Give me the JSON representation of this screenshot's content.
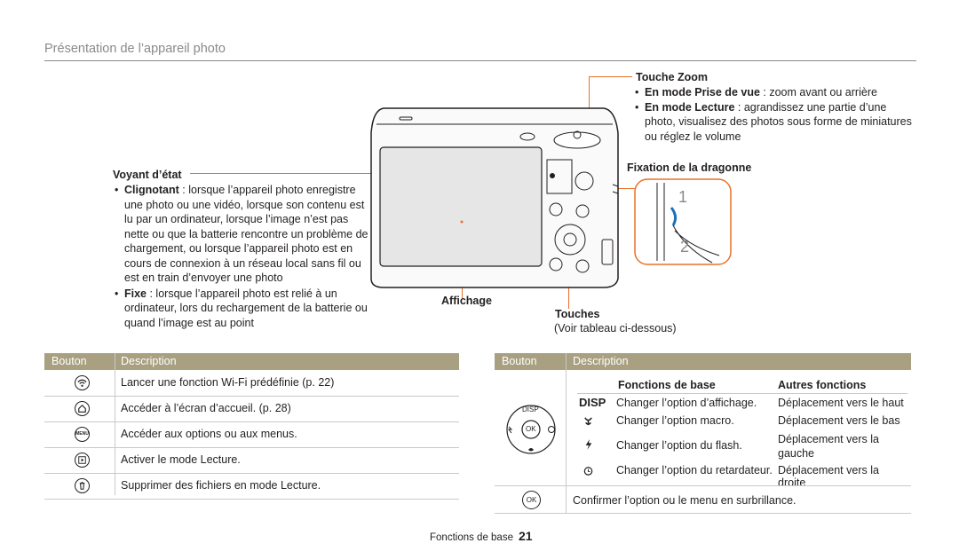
{
  "header": {
    "title": "Présentation de l’appareil photo"
  },
  "zoom": {
    "title": "Touche Zoom",
    "items": [
      {
        "bold": "En mode Prise de vue",
        "text": " : zoom avant ou arrière"
      },
      {
        "bold": "En mode Lecture",
        "text": " : agrandissez une partie d’une photo, visualisez des photos sous forme de miniatures ou réglez le volume"
      }
    ]
  },
  "strap": {
    "title": "Fixation de la dragonne",
    "step1": "1",
    "step2": "2"
  },
  "status": {
    "title": "Voyant d’état",
    "items": [
      {
        "bold": "Clignotant",
        "text": " : lorsque l’appareil photo enregistre une photo ou une vidéo, lorsque son contenu est lu par un ordinateur, lorsque l’image n’est pas nette ou que la batterie rencontre un problème de chargement, ou lorsque l’appareil photo est en cours de connexion à un réseau local sans fil ou est en train d’envoyer une photo"
      },
      {
        "bold": "Fixe",
        "text": " : lorsque l’appareil photo est relié à un ordinateur, lors du rechargement de la batterie ou quand l’image est au point"
      }
    ]
  },
  "display": {
    "title": "Affichage"
  },
  "buttons": {
    "title": "Touches",
    "note": "(Voir tableau ci-dessous)"
  },
  "left_table": {
    "headers": [
      "Bouton",
      "Description"
    ],
    "rows": [
      {
        "icon": "wifi-icon",
        "desc": "Lancer une fonction Wi-Fi prédéfinie (p. 22)"
      },
      {
        "icon": "home-icon",
        "desc": "Accéder à l’écran d’accueil. (p. 28)"
      },
      {
        "icon": "menu-icon",
        "icon_text": "MENU",
        "desc": "Accéder aux options ou aux menus."
      },
      {
        "icon": "play-icon",
        "desc": "Activer le mode Lecture."
      },
      {
        "icon": "trash-icon",
        "desc": "Supprimer des fichiers en mode Lecture."
      }
    ]
  },
  "right_table": {
    "headers": [
      "Bouton",
      "Description"
    ],
    "sub_headers": [
      "Fonctions de base",
      "Autres fonctions"
    ],
    "dial": {
      "disp": "DISP",
      "ok": "OK"
    },
    "rows": [
      {
        "icon": "disp-icon",
        "icon_text": "DISP",
        "basic": "Changer l’option d’affichage.",
        "other": "Déplacement vers le haut"
      },
      {
        "icon": "macro-icon",
        "basic": "Changer l’option macro.",
        "other": "Déplacement vers le bas"
      },
      {
        "icon": "flash-icon",
        "basic": "Changer l’option du flash.",
        "other": "Déplacement vers la gauche"
      },
      {
        "icon": "timer-icon",
        "basic": "Changer l’option du retardateur.",
        "other": "Déplacement vers la droite"
      }
    ],
    "ok_row": {
      "icon_text": "OK",
      "desc": "Confirmer l’option ou le menu en surbrillance."
    }
  },
  "footer": {
    "section": "Fonctions de base",
    "page": "21"
  }
}
